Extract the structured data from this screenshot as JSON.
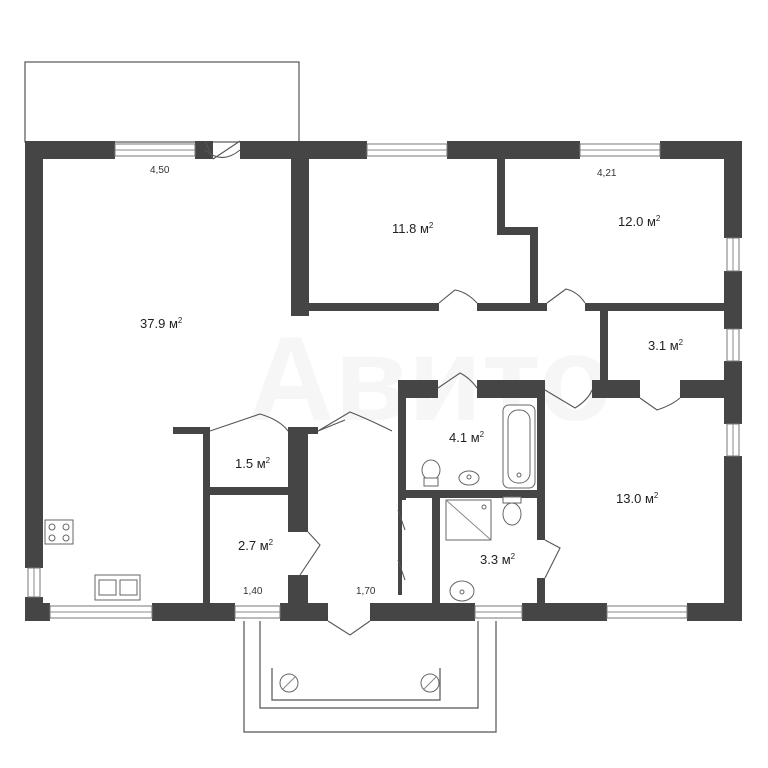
{
  "rooms": [
    {
      "id": "living-kitchen",
      "area": "37.9",
      "unit": "м"
    },
    {
      "id": "bedroom-1",
      "area": "11.8",
      "unit": "м"
    },
    {
      "id": "bedroom-2",
      "area": "12.0",
      "unit": "м"
    },
    {
      "id": "storage",
      "area": "3.1",
      "unit": "м"
    },
    {
      "id": "bathroom",
      "area": "4.1",
      "unit": "м"
    },
    {
      "id": "closet",
      "area": "1.5",
      "unit": "м"
    },
    {
      "id": "vestibule",
      "area": "2.7",
      "unit": "м"
    },
    {
      "id": "wc",
      "area": "3.3",
      "unit": "м"
    },
    {
      "id": "bedroom-3",
      "area": "13.0",
      "unit": "м"
    }
  ],
  "dimensions": {
    "top_left": "4,50",
    "top_right": "4,21",
    "bottom_entry": "1,40",
    "bottom_hall": "1,70"
  },
  "watermark": "Авито"
}
